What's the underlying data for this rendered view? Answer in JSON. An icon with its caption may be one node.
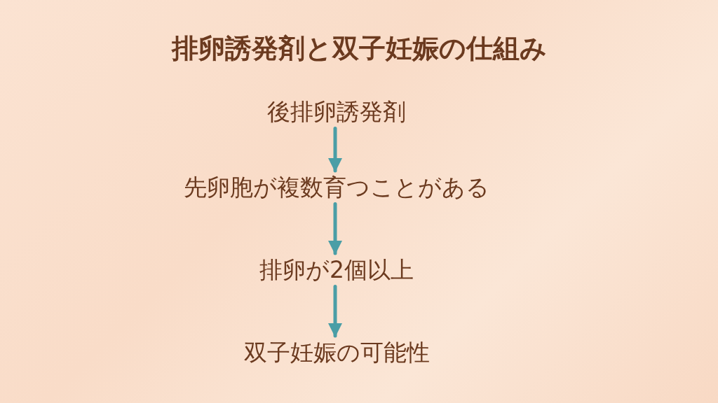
{
  "diagram": {
    "title": "排卵誘発剤と双子妊娠の仕組み",
    "nodes": [
      {
        "text": [
          "後排卵誘発剤"
        ]
      },
      {
        "text": [
          "先卵胞が複数育つことがある"
        ]
      },
      {
        "text": [
          "排卵が2個以上"
        ]
      },
      {
        "text": [
          "双子妊娠の可能性"
        ]
      }
    ],
    "edges": [
      {
        "from": 0,
        "to": 1,
        "arrow": "to"
      },
      {
        "from": 1,
        "to": 2,
        "arrow": "to"
      },
      {
        "from": 2,
        "to": 3,
        "arrow": "to"
      }
    ]
  }
}
